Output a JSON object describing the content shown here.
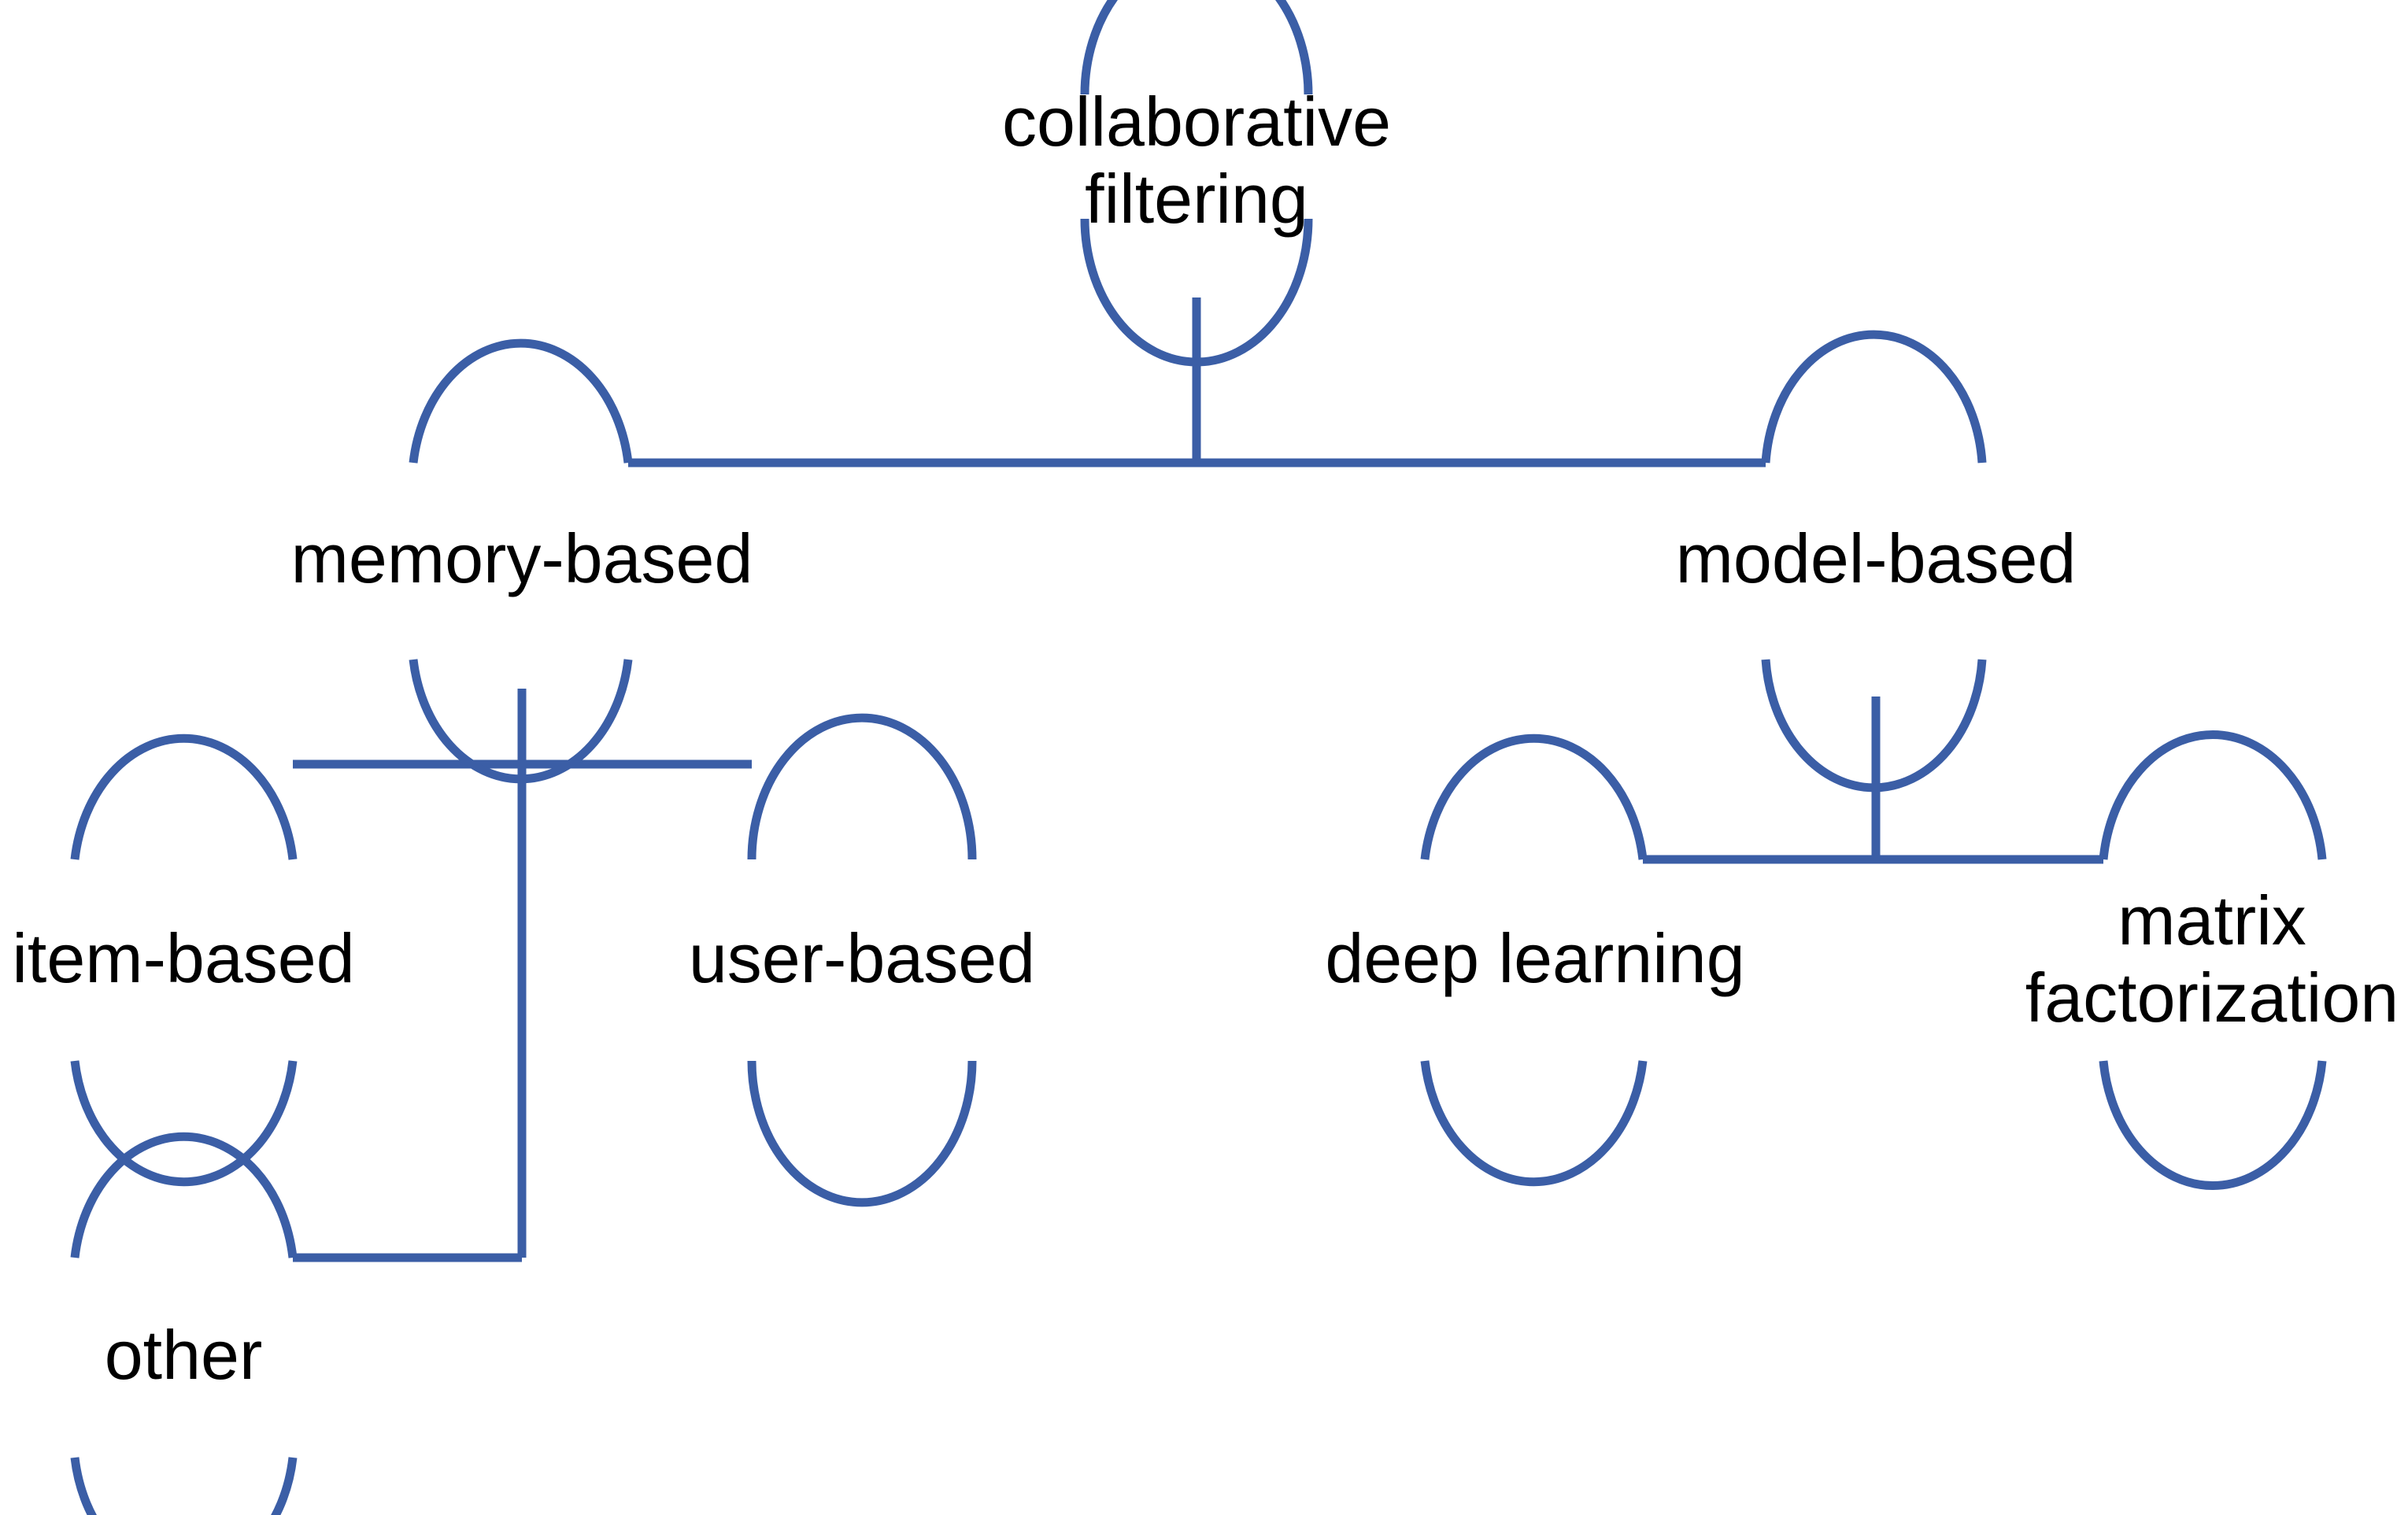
{
  "diagram": {
    "type": "tree-taxonomy",
    "title": "collaborative filtering taxonomy",
    "accent_color": "#3b5ea6",
    "text_color": "#000000",
    "background_color": "#ffffff",
    "nodes": {
      "root": {
        "label": "collaborative filtering",
        "line1": "collaborative",
        "line2": "filtering"
      },
      "memory_based": {
        "label": "memory-based"
      },
      "model_based": {
        "label": "model-based"
      },
      "item_based": {
        "label": "item-based"
      },
      "user_based": {
        "label": "user-based"
      },
      "other": {
        "label": "other"
      },
      "deep_learning": {
        "label": "deep learning"
      },
      "matrix_factorization": {
        "label": "matrix factorization",
        "line1": "matrix",
        "line2": "factorization"
      }
    },
    "edges": [
      {
        "from": "collaborative filtering",
        "to": "memory-based"
      },
      {
        "from": "collaborative filtering",
        "to": "model-based"
      },
      {
        "from": "memory-based",
        "to": "item-based"
      },
      {
        "from": "memory-based",
        "to": "user-based"
      },
      {
        "from": "memory-based",
        "to": "other"
      },
      {
        "from": "model-based",
        "to": "deep learning"
      },
      {
        "from": "model-based",
        "to": "matrix factorization"
      }
    ]
  }
}
